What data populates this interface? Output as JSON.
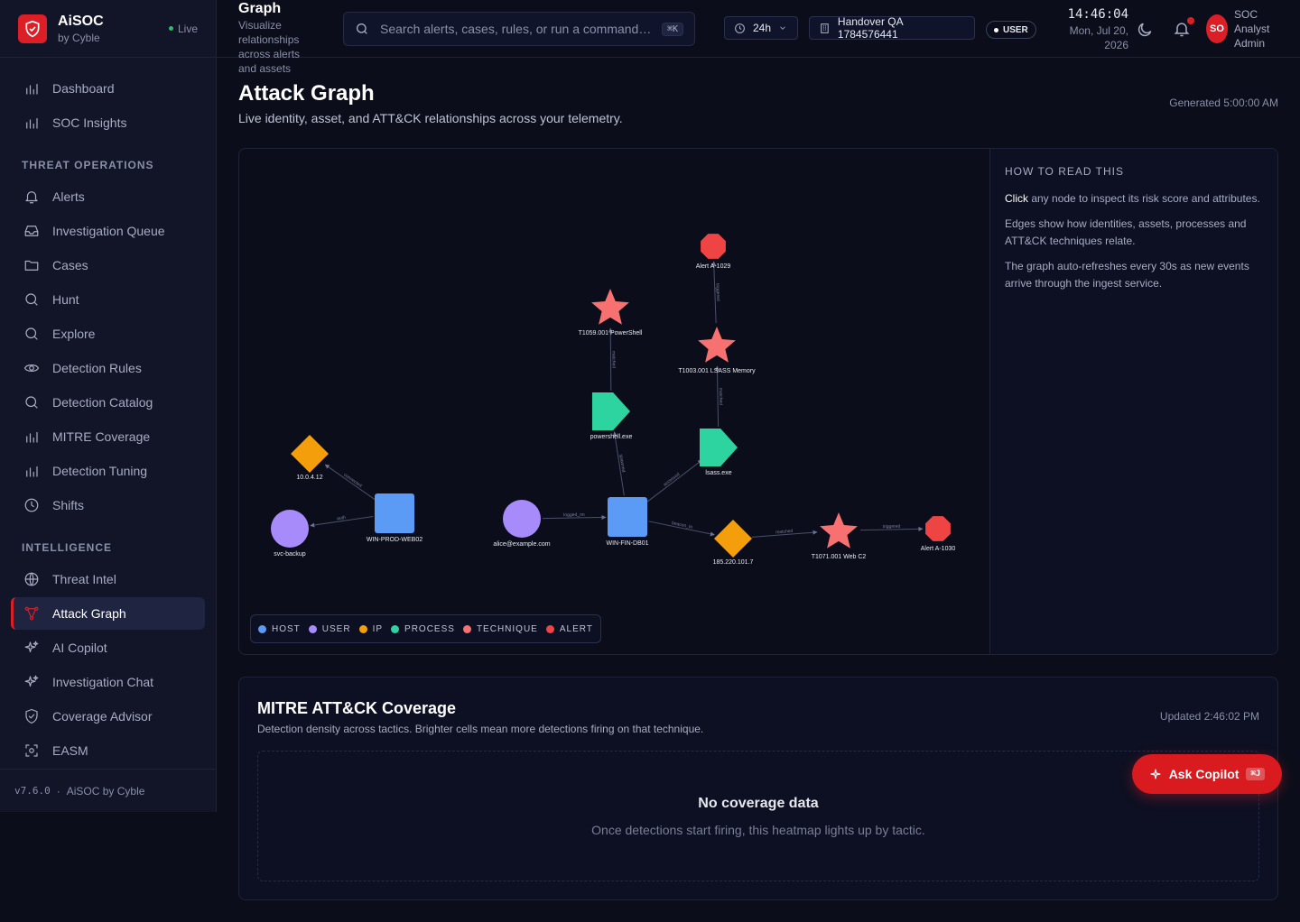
{
  "brand": {
    "name": "AiSOC",
    "sub": "by Cyble",
    "live": "Live"
  },
  "nav": {
    "top": [
      {
        "label": "Dashboard",
        "icon": "bar-chart-icon"
      },
      {
        "label": "SOC Insights",
        "icon": "bar-chart-icon"
      }
    ],
    "threat_section": "THREAT OPERATIONS",
    "threat": [
      {
        "label": "Alerts",
        "icon": "bell-icon"
      },
      {
        "label": "Investigation Queue",
        "icon": "inbox-icon"
      },
      {
        "label": "Cases",
        "icon": "folder-icon"
      },
      {
        "label": "Hunt",
        "icon": "search-icon"
      },
      {
        "label": "Explore",
        "icon": "search-icon"
      },
      {
        "label": "Detection Rules",
        "icon": "eye-icon"
      },
      {
        "label": "Detection Catalog",
        "icon": "search-icon"
      },
      {
        "label": "MITRE Coverage",
        "icon": "bar-chart-icon"
      },
      {
        "label": "Detection Tuning",
        "icon": "bar-chart-icon"
      },
      {
        "label": "Shifts",
        "icon": "clock-icon"
      }
    ],
    "intel_section": "INTELLIGENCE",
    "intel": [
      {
        "label": "Threat Intel",
        "icon": "globe-icon"
      },
      {
        "label": "Attack Graph",
        "icon": "graph-icon",
        "active": true
      },
      {
        "label": "AI Copilot",
        "icon": "sparkles-icon"
      },
      {
        "label": "Investigation Chat",
        "icon": "sparkles-icon"
      },
      {
        "label": "Coverage Advisor",
        "icon": "shield-icon"
      },
      {
        "label": "EASM",
        "icon": "scan-icon"
      }
    ]
  },
  "footer": {
    "version": "v7.6.0",
    "sep": "·",
    "brand": "AiSOC by Cyble"
  },
  "topbar": {
    "title": "Graph",
    "description": "Visualize relationships across alerts and assets",
    "search_placeholder": "Search alerts, cases, rules, or run a command…",
    "search_kbd": "⌘K",
    "time_range": "24h",
    "tenant": "Handover QA 1784576441",
    "role_badge": "USER",
    "clock_time": "14:46:04",
    "clock_date": "Mon, Jul 20, 2026",
    "avatar_initials": "SO",
    "user_line1": "SOC",
    "user_line2": "Analyst",
    "user_line3": "Admin"
  },
  "page": {
    "title": "Attack Graph",
    "subtitle": "Live identity, asset, and ATT&CK relationships across your telemetry.",
    "generated": "Generated 5:00:00 AM"
  },
  "help": {
    "heading": "HOW TO READ THIS",
    "p1_strong": "Click",
    "p1_rest": " any node to inspect its risk score and attributes.",
    "p2": "Edges show how identities, assets, processes and ATT&CK techniques relate.",
    "p3": "The graph auto-refreshes every 30s as new events arrive through the ingest service."
  },
  "legend": [
    {
      "label": "HOST",
      "color": "#5b9bf5"
    },
    {
      "label": "USER",
      "color": "#a78bfa"
    },
    {
      "label": "IP",
      "color": "#f59e0b"
    },
    {
      "label": "PROCESS",
      "color": "#2dd4a0"
    },
    {
      "label": "TECHNIQUE",
      "color": "#f87171"
    },
    {
      "label": "ALERT",
      "color": "#ef4444"
    }
  ],
  "graph": {
    "nodes": [
      {
        "id": "alertA1029",
        "label": "Alert A-1029",
        "type": "alert"
      },
      {
        "id": "t1059",
        "label": "T1059.001 PowerShell",
        "type": "technique"
      },
      {
        "id": "t1003",
        "label": "T1003.001 LSASS Memory",
        "type": "technique"
      },
      {
        "id": "powershell",
        "label": "powershell.exe",
        "type": "process"
      },
      {
        "id": "lsass",
        "label": "lsass.exe",
        "type": "process"
      },
      {
        "id": "ip10",
        "label": "10.0.4.12",
        "type": "ip"
      },
      {
        "id": "svcbackup",
        "label": "svc-backup",
        "type": "user"
      },
      {
        "id": "webhost",
        "label": "WIN-PROD-WEB02",
        "type": "host"
      },
      {
        "id": "alice",
        "label": "alice@example.com",
        "type": "user"
      },
      {
        "id": "dbhost",
        "label": "WIN-FIN-DB01",
        "type": "host"
      },
      {
        "id": "ip185",
        "label": "185.220.101.7",
        "type": "ip"
      },
      {
        "id": "t1071",
        "label": "T1071.001 Web C2",
        "type": "technique"
      },
      {
        "id": "alertA1030",
        "label": "Alert A-1030",
        "type": "alert"
      }
    ],
    "edges": [
      {
        "from": "t1003",
        "to": "alertA1029",
        "label": "triggered"
      },
      {
        "from": "powershell",
        "to": "t1059",
        "label": "matched"
      },
      {
        "from": "lsass",
        "to": "t1003",
        "label": "matched"
      },
      {
        "from": "dbhost",
        "to": "powershell",
        "label": "spawned"
      },
      {
        "from": "dbhost",
        "to": "lsass",
        "label": "accessed"
      },
      {
        "from": "webhost",
        "to": "ip10",
        "label": "connected"
      },
      {
        "from": "webhost",
        "to": "svcbackup",
        "label": "auth"
      },
      {
        "from": "alice",
        "to": "dbhost",
        "label": "logged_on"
      },
      {
        "from": "dbhost",
        "to": "ip185",
        "label": "beacon_to"
      },
      {
        "from": "ip185",
        "to": "t1071",
        "label": "matched"
      },
      {
        "from": "t1071",
        "to": "alertA1030",
        "label": "triggered"
      }
    ]
  },
  "mitre": {
    "title": "MITRE ATT&CK Coverage",
    "subtitle": "Detection density across tactics. Brighter cells mean more detections firing on that technique.",
    "updated": "Updated 2:46:02 PM",
    "empty_title": "No coverage data",
    "empty_sub": "Once detections start firing, this heatmap lights up by tactic."
  },
  "copilot": {
    "label": "Ask Copilot",
    "kbd": "⌘J"
  },
  "colors": {
    "accent": "#dc1f26",
    "host": "#5b9bf5",
    "user": "#a78bfa",
    "ip": "#f59e0b",
    "process": "#2dd4a0",
    "technique": "#f87171",
    "alert": "#ef4444"
  }
}
